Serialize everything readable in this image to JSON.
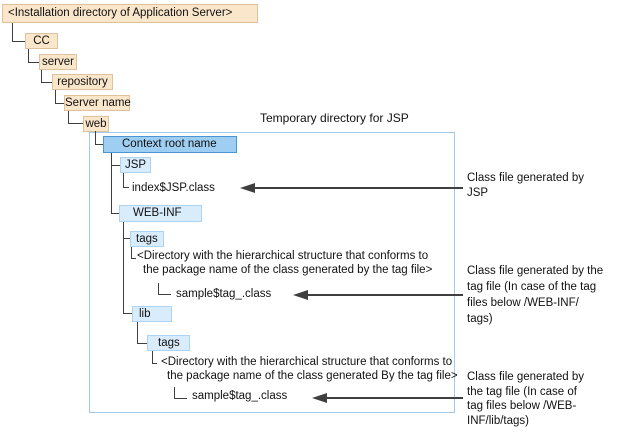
{
  "diagram": {
    "tree": {
      "install_dir": "<Installation directory of Application Server>",
      "cc": "CC",
      "server": "server",
      "repository": "repository",
      "server_name": "Server name",
      "web": "web"
    },
    "jsp_temp_box": {
      "label": "Temporary directory for JSP",
      "context_root": "Context root name",
      "jsp": "JSP",
      "index_class": "index$JSP.class",
      "web_inf": "WEB-INF",
      "tags_webinf": "tags",
      "dir1_line1": "<Directory with the hierarchical structure that conforms to",
      "dir1_line2": "the package name of the class generated by the tag file>",
      "sample_class_1": "sample$tag_.class",
      "lib": "lib",
      "tags_lib": "tags",
      "dir2_line1": "<Directory with the hierarchical structure that conforms to",
      "dir2_line2": "the package name of the class generated By the tag file>",
      "sample_class_2": "sample$tag_.class"
    },
    "annotations": [
      {
        "lines": [
          "Class file generated by",
          "JSP"
        ]
      },
      {
        "lines": [
          "Class file generated by the",
          "tag file (In case of the tag",
          "files below /WEB-INF/",
          "tags)"
        ]
      },
      {
        "lines": [
          "Class file generated by",
          "the tag file (In case of",
          "tag files below /WEB-",
          "INF/lib/tags)"
        ]
      }
    ],
    "colors": {
      "tan_fill": "#FAE6CB",
      "tan_border": "#DFC19B",
      "blue_fill_dark": "#9FCEF3",
      "blue_border_dark": "#4B96D2",
      "blue_fill_light": "#D9ECFC",
      "blue_border_light": "#ABD3F4",
      "outer_border": "#A3C9EC",
      "line": "#3F3F3F"
    }
  }
}
